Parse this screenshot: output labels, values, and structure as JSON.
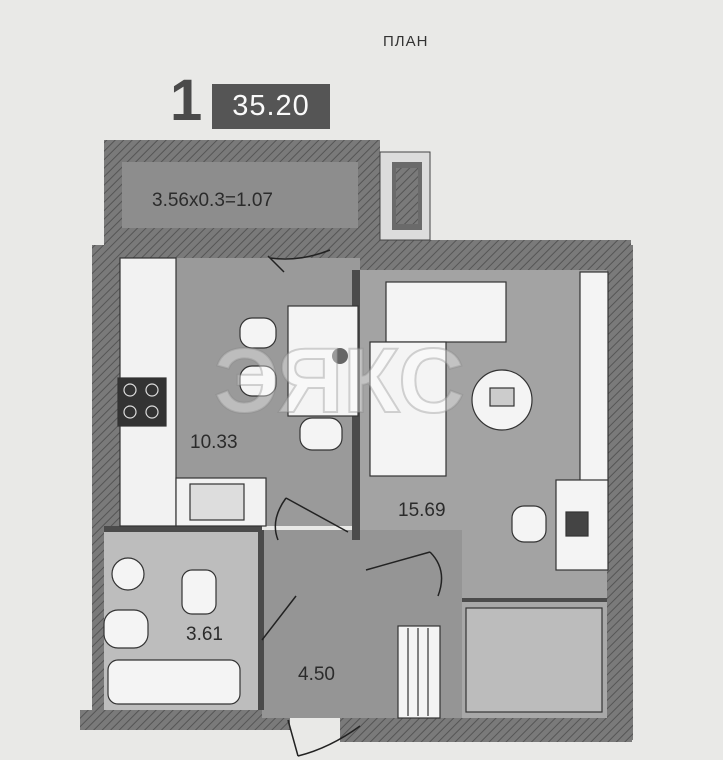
{
  "header": {
    "title": "ПЛАН"
  },
  "apartment": {
    "rooms": "1",
    "total_area": "35.20"
  },
  "rooms": {
    "balcony": "3.56x0.3=1.07",
    "kitchen": "10.33",
    "living_room": "15.69",
    "bathroom": "3.61",
    "hallway": "4.50"
  },
  "watermark": "ЭЯКС",
  "colors": {
    "wall": "#6f6f6f",
    "room_fill": "#9c9c9c",
    "furniture": "#f4f4f4",
    "line": "#2b2b2b"
  }
}
